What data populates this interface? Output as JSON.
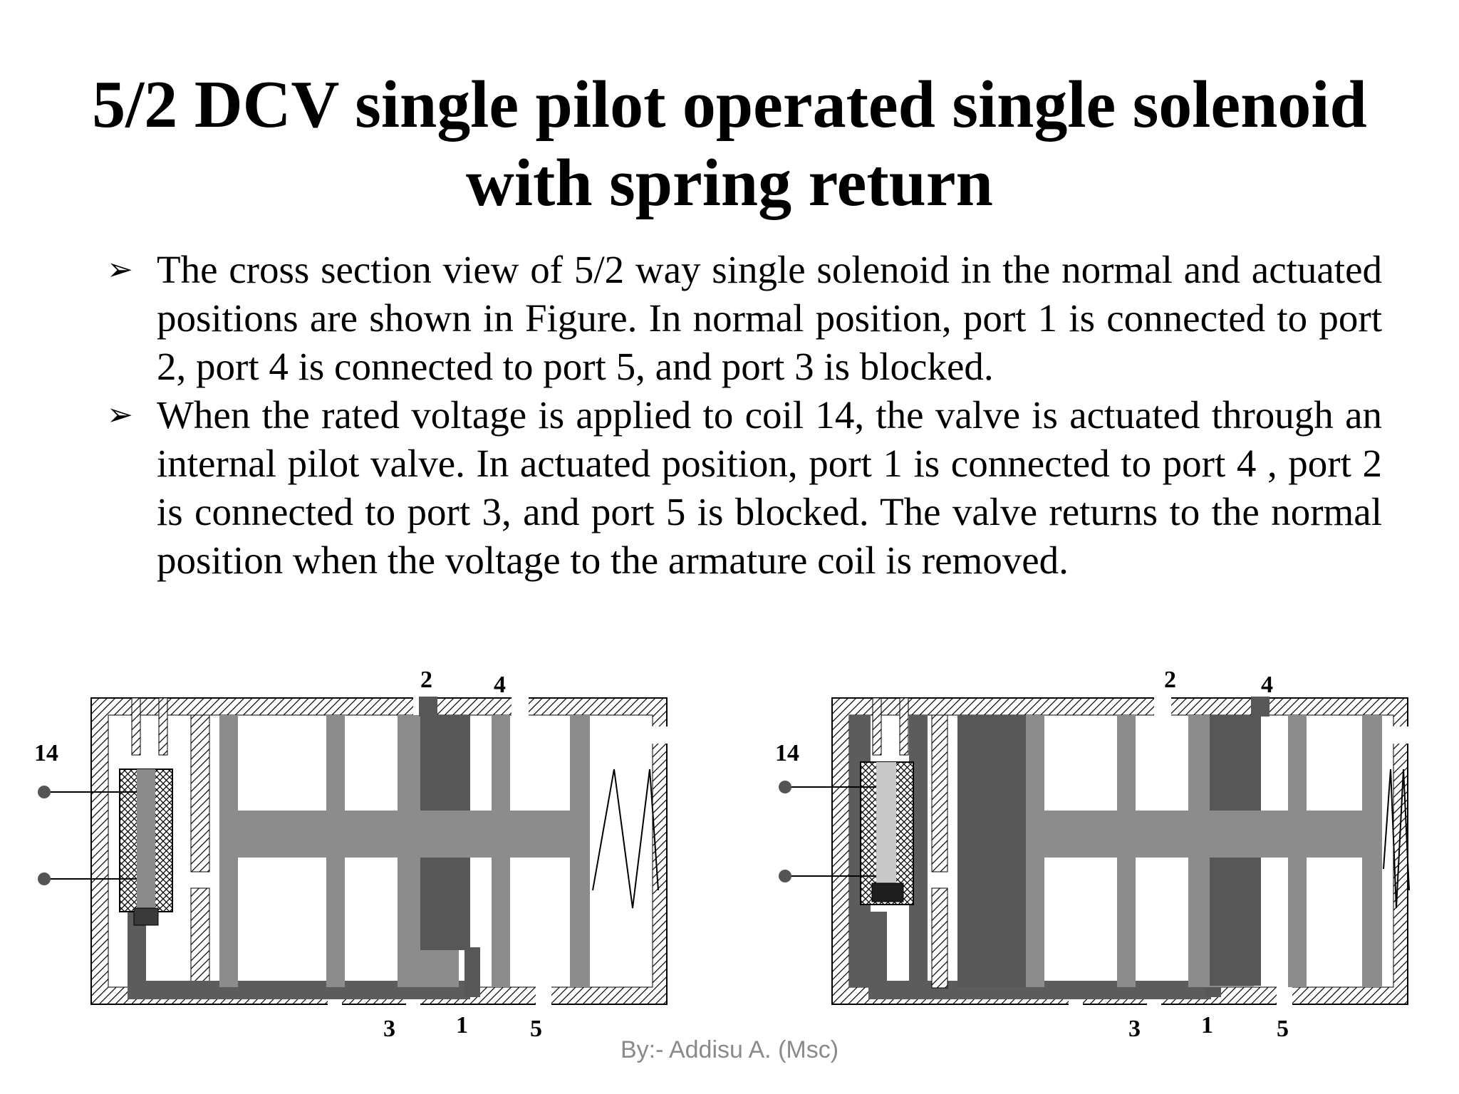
{
  "slide": {
    "title_line1": "5/2 DCV single pilot operated single solenoid",
    "title_line2": "with spring return",
    "bullet_symbol": "➢",
    "bullets": [
      "The cross section view of 5/2 way single solenoid in the normal and actuated positions are shown in Figure. In normal position, port 1 is connected to port 2, port 4 is connected to port 5, and port 3 is blocked.",
      "When the rated voltage is applied to coil 14, the valve is actuated through an internal pilot valve. In actuated position, port 1 is connected to port 4 , port 2 is connected to port 3, and port 5 is blocked. The valve returns to the normal position when the voltage to the armature coil is removed."
    ],
    "footer": "By:- Addisu A. (Msc)"
  },
  "figures": {
    "normal": {
      "port_labels": {
        "p14": "14",
        "p2": "2",
        "p4": "4",
        "p3": "3",
        "p1": "1",
        "p5": "5"
      }
    },
    "actuated": {
      "port_labels": {
        "p14": "14",
        "p2": "2",
        "p4": "4",
        "p3": "3",
        "p1": "1",
        "p5": "5"
      }
    }
  },
  "colors": {
    "spool": "#8c8c8c",
    "pressure_chamber": "#575757",
    "pilot_line": "#5c5c5c",
    "coil_core_normal": "#8a8a8a",
    "coil_core_actuated": "#c8c8c8",
    "body_hatch": "#000000"
  }
}
